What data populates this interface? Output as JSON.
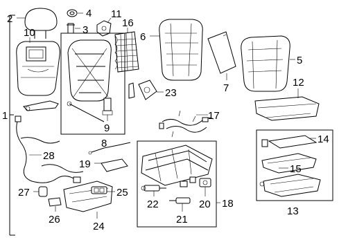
{
  "diagram": {
    "callouts": {
      "c1": "1",
      "c2": "2",
      "c3": "3",
      "c4": "4",
      "c5": "5",
      "c6": "6",
      "c7": "7",
      "c8": "8",
      "c9": "9",
      "c10": "10",
      "c11": "11",
      "c12": "12",
      "c13": "13",
      "c14": "14",
      "c15": "15",
      "c16": "16",
      "c17": "17",
      "c18": "18",
      "c19": "19",
      "c20": "20",
      "c21": "21",
      "c22": "22",
      "c23": "23",
      "c24": "24",
      "c25": "25",
      "c26": "26",
      "c27": "27",
      "c28": "28"
    }
  }
}
